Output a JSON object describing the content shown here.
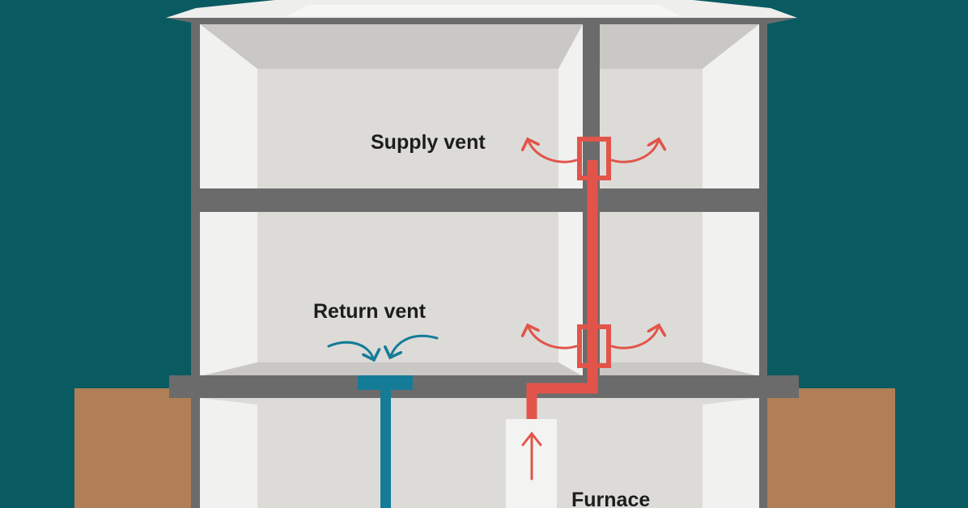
{
  "colors": {
    "background": "#0a5a62",
    "wall": "#6b6b6b",
    "ceiling": "#d7d6d3",
    "room": "#dcdbd8",
    "room_side": "#f1f1ef",
    "ground": "#b07f57",
    "supply_duct": "#e2544a",
    "return_duct": "#157c98",
    "text": "#1d1d1d"
  },
  "labels": {
    "supply_vent": "Supply vent",
    "return_vent": "Return vent",
    "furnace": "Furnace"
  }
}
